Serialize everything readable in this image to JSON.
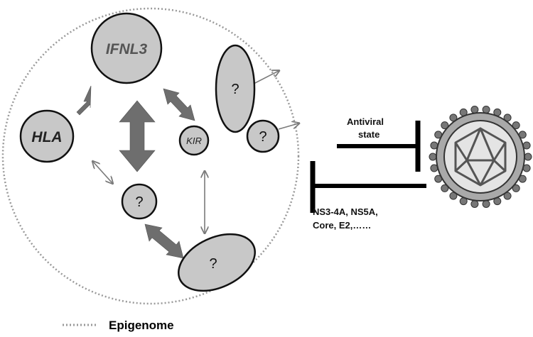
{
  "diagram": {
    "nodes": {
      "ifnl3": "IFNL3",
      "hla": "HLA",
      "kir": "KIR",
      "unknown_symbol": "?"
    },
    "annotations": {
      "antiviral_line1": "Antiviral",
      "antiviral_line2": "state",
      "viral_proteins_line1": "NS3-4A, NS5A,",
      "viral_proteins_line2": "Core, E2,……"
    },
    "legend": {
      "label": "Epigenome",
      "style": "dotted"
    },
    "colors": {
      "node_fill": "#c8c8c8",
      "node_stroke": "#111111",
      "arrow_dark": "#6e6e6e",
      "arrow_light": "#7a7a7a",
      "dotted_boundary": "#9a9a9a",
      "virus_outer": "#a9a9a9",
      "virus_inner": "#e4e4e4"
    }
  }
}
